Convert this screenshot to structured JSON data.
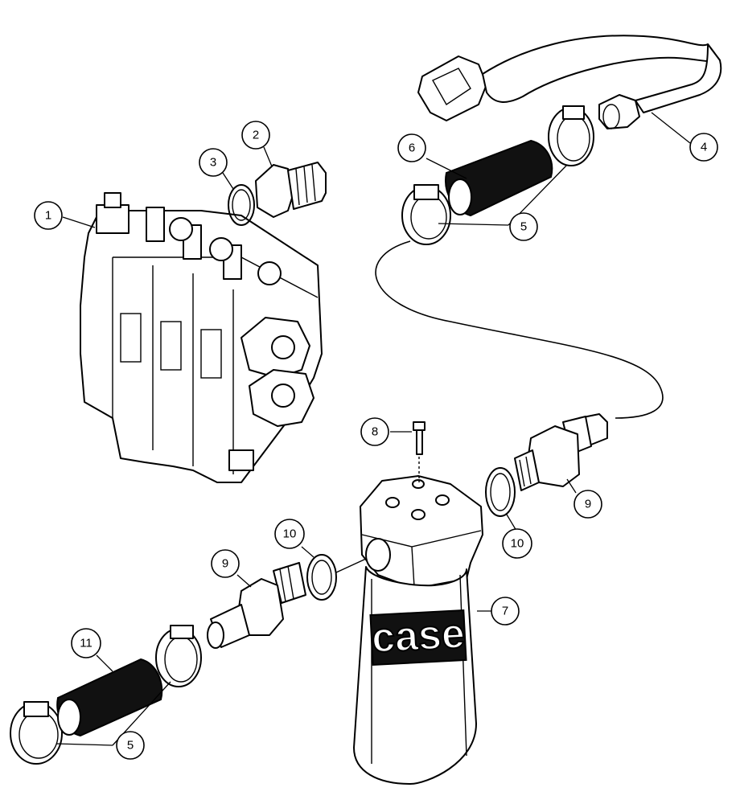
{
  "callouts": [
    {
      "id": "c1",
      "label": "1"
    },
    {
      "id": "c2",
      "label": "2"
    },
    {
      "id": "c3",
      "label": "3"
    },
    {
      "id": "c4",
      "label": "4"
    },
    {
      "id": "c5a",
      "label": "5"
    },
    {
      "id": "c5b",
      "label": "5"
    },
    {
      "id": "c6",
      "label": "6"
    },
    {
      "id": "c7",
      "label": "7"
    },
    {
      "id": "c8",
      "label": "8"
    },
    {
      "id": "c9a",
      "label": "9"
    },
    {
      "id": "c9b",
      "label": "9"
    },
    {
      "id": "c10a",
      "label": "10"
    },
    {
      "id": "c10b",
      "label": "10"
    },
    {
      "id": "c11",
      "label": "11"
    }
  ],
  "filter_logo": "case",
  "colors": {
    "line": "#000000",
    "background": "#ffffff",
    "hose_fill": "#111111"
  }
}
